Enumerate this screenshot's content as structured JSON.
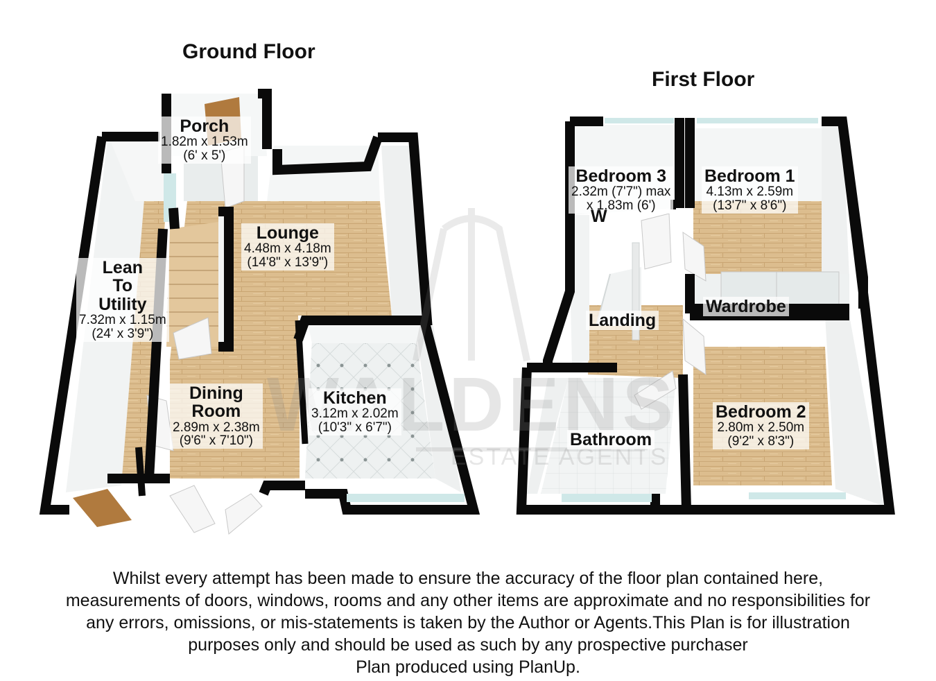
{
  "ground_floor": {
    "title": "Ground Floor",
    "rooms": {
      "porch": {
        "name": "Porch",
        "dim_metric": "1.82m x 1.53m",
        "dim_imperial": "(6' x 5')"
      },
      "lounge": {
        "name": "Lounge",
        "dim_metric": "4.48m x 4.18m",
        "dim_imperial": "(14'8\" x 13'9\")"
      },
      "lean_to": {
        "name_lines": [
          "Lean",
          "To",
          "Utility"
        ],
        "dim_metric": "7.32m x 1.15m",
        "dim_imperial": "(24' x 3'9\")"
      },
      "dining": {
        "name_lines": [
          "Dining",
          "Room"
        ],
        "dim_metric": "2.89m x 2.38m",
        "dim_imperial": "(9'6\" x 7'10\")"
      },
      "kitchen": {
        "name": "Kitchen",
        "dim_metric": "3.12m x 2.02m",
        "dim_imperial": "(10'3\" x 6'7\")"
      }
    }
  },
  "first_floor": {
    "title": "First Floor",
    "rooms": {
      "bedroom3": {
        "name": "Bedroom 3",
        "dim_line1": "2.32m (7'7\") max",
        "dim_line2": "x 1.83m (6')",
        "extra": "W"
      },
      "bedroom1": {
        "name": "Bedroom 1",
        "dim_metric": "4.13m x 2.59m",
        "dim_imperial": "(13'7\" x 8'6\")"
      },
      "wardrobe": {
        "name": "Wardrobe"
      },
      "landing": {
        "name": "Landing"
      },
      "bathroom": {
        "name": "Bathroom"
      },
      "bedroom2": {
        "name": "Bedroom 2",
        "dim_metric": "2.80m x 2.50m",
        "dim_imperial": "(9'2\" x 8'3\")"
      }
    }
  },
  "watermark": {
    "brand": "WALDENS",
    "tagline": "ESTATE AGENTS"
  },
  "disclaimer": [
    "Whilst every attempt has been made to ensure the accuracy of the floor plan contained here,",
    "measurements of doors, windows, rooms and any other items are approximate and no responsibilities for",
    "any errors, omissions, or mis-statements is taken by the Author or Agents.This Plan is for illustration",
    "purposes only and should be used as such by any prospective purchaser",
    "Plan produced using PlanUp."
  ],
  "colors": {
    "wall": "#0a0a0a",
    "wood_floor": "#d9b98a",
    "tile_floor": "#e8ecec",
    "interior_wall": "#f4f6f6",
    "window_glass": "#cfe8e8"
  }
}
